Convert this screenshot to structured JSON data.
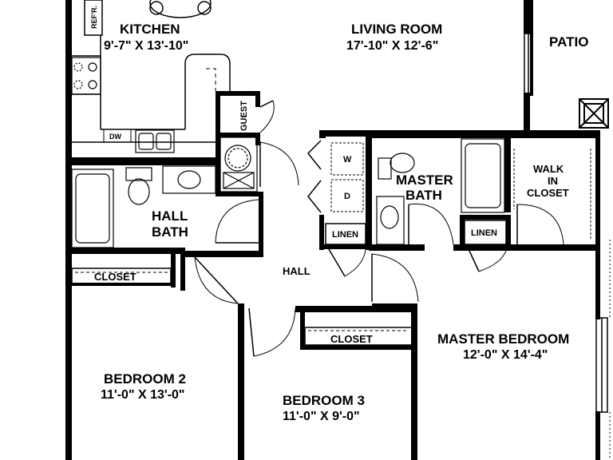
{
  "rooms": {
    "kitchen": {
      "name": "KITCHEN",
      "dims": "9'-7\" X 13'-10\""
    },
    "living_room": {
      "name": "LIVING ROOM",
      "dims": "17'-10\" X 12'-6\""
    },
    "patio": {
      "name": "PATIO"
    },
    "master_bath": {
      "line1": "MASTER",
      "line2": "BATH"
    },
    "walk_in_closet": {
      "line1": "WALK",
      "line2": "IN",
      "line3": "CLOSET"
    },
    "hall_bath": {
      "line1": "HALL",
      "line2": "BATH"
    },
    "hall": {
      "name": "HALL"
    },
    "master_bedroom": {
      "name": "MASTER BEDROOM",
      "dims": "12'-0\" X 14'-4\""
    },
    "bedroom_2": {
      "name": "BEDROOM 2",
      "dims": "11'-0\" X 13'-0\""
    },
    "bedroom_3": {
      "name": "BEDROOM 3",
      "dims": "11'-0\" X 9'-0\""
    }
  },
  "fixtures": {
    "refrigerator": "REF'R.",
    "dishwasher": "DW",
    "guest_closet": "GUEST",
    "washer": "W",
    "dryer": "D",
    "linen_hall": "LINEN",
    "linen_master": "LINEN",
    "closet_bedroom_2": "CLOSET",
    "closet_bedroom_3": "CLOSET"
  }
}
